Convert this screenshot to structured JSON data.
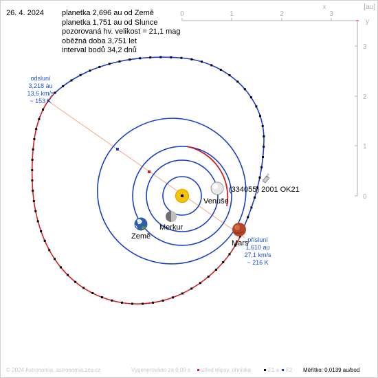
{
  "date": "26. 4. 2024",
  "info_lines": [
    "planetka 2,696 au od Země",
    "planetka 1,751 au od Slunce",
    "pozorovaná hv. velikost = 21,1 mag",
    "oběžná doba 3,751 let",
    "interval bodů 34,2 dnů"
  ],
  "axis": {
    "unit_label": "[au]",
    "x_letter": "x",
    "y_letter": "y",
    "x_ticks": [
      "0",
      "1",
      "2",
      "3"
    ],
    "y_ticks": [
      "3",
      "2",
      "1",
      "0"
    ]
  },
  "aphelion": {
    "title": "odsluní",
    "distance": "3,218 au",
    "speed": "13,6 km/s",
    "temperature": "~ 153 K"
  },
  "perihelion": {
    "title": "přísluní",
    "distance": "1,610 au",
    "speed": "27,1 km/s",
    "temperature": "~ 216 K"
  },
  "labels": {
    "asteroid": "(334055) 2001 OK21",
    "venus": "Venuše",
    "mercury": "Merkur",
    "earth": "Země",
    "mars": "Mars",
    "asteroid_marker": "ast"
  },
  "footer": {
    "copyright": "© 2024 Astronomia, astronomia.zcu.cz",
    "generated": "Vygenerováno za 0,09 s",
    "ellipse_center": "střed elipsy, ohniska",
    "f1": "F1 a",
    "f2": "F2",
    "scale": "Měřítko: 0,0139 au/bod"
  },
  "colors": {
    "orbit_blue": "#1a3fc8",
    "orbit_red": "#d21f1f",
    "text_blue": "#1a4fd6",
    "apsis_line": "#f2a98b",
    "axis_gray": "#b0b0b0",
    "sun": "#f4c400"
  }
}
